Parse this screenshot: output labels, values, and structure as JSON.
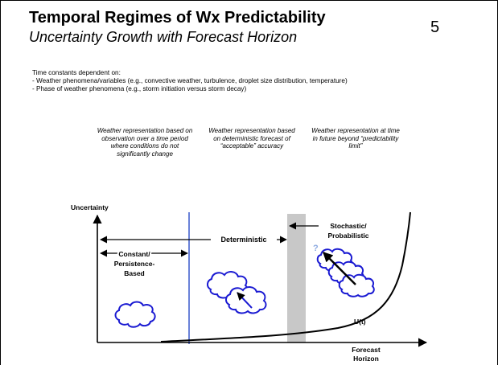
{
  "header": {
    "title": "Temporal Regimes of Wx Predictability",
    "subtitle": "Uncertainty Growth with Forecast Horizon",
    "page_number": "5"
  },
  "notes": {
    "intro": "Time constants dependent on:",
    "items": [
      "- Weather phenomena/variables (e.g., convective weather, turbulence, droplet size distribution, temperature)",
      "- Phase of weather phenomena (e.g., storm initiation versus storm decay)"
    ]
  },
  "representations": [
    "Weather representation based on observation over a time period where conditions do not significantly change",
    "Weather representation based on deterministic forecast of “acceptable” accuracy",
    "Weather representation at time in future beyond “predictability limit”"
  ],
  "diagram": {
    "y_axis_label": "Uncertainty",
    "x_axis_label_line1": "Forecast",
    "x_axis_label_line2": "Horizon",
    "regime_deterministic": "Deterministic",
    "regime_constant": [
      "Constant/",
      "Persistence-",
      "Based"
    ],
    "regime_stochastic": [
      "Stochastic/",
      "Probabilistic"
    ],
    "question_mark": "?",
    "curve_label": "U(t)",
    "colors": {
      "divider_line": "#1a3fc4",
      "predictability_band": "#c8c8c8",
      "cloud_outline": "#1a1ad2",
      "question_mark": "#8aa8e0"
    }
  }
}
